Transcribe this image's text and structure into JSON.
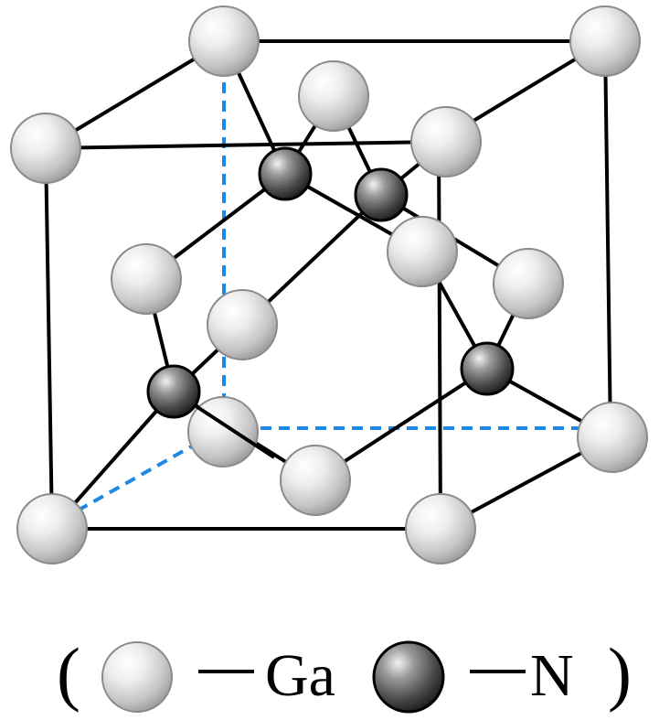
{
  "legend": {
    "open_paren": "(",
    "close_paren": ")",
    "dash": "—",
    "ga_label": "Ga",
    "n_label": "N"
  },
  "colors": {
    "bond": "#000000",
    "hidden_edge": "#1e88e5",
    "ga_atom_fill": "#d8d8d8",
    "ga_atom_outline": "#8a8a8a",
    "n_atom_fill": "#5a5a5a",
    "n_atom_outline": "#000000"
  },
  "structure": {
    "ga_atom_count": 14,
    "n_atom_count": 4,
    "edge_style_hidden": "dashed"
  }
}
